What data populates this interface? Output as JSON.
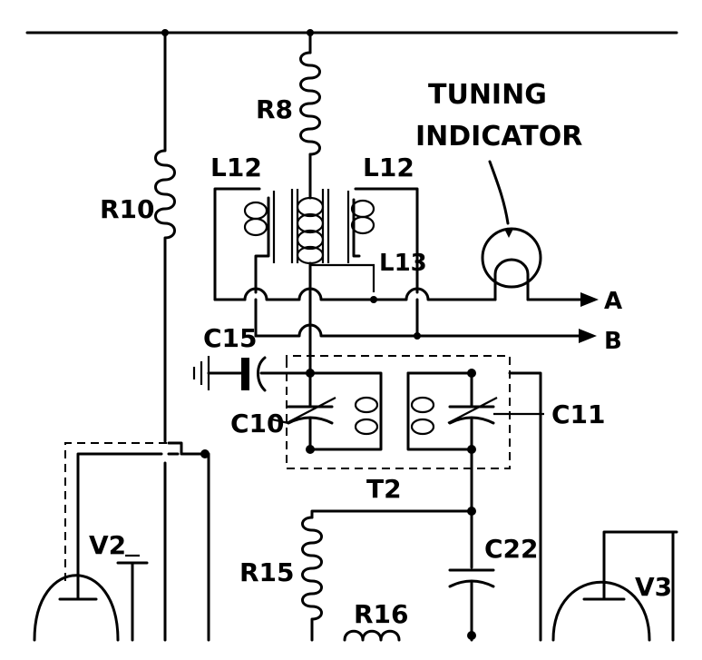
{
  "labels": {
    "tuning_line1": "TUNING",
    "tuning_line2": "INDICATOR",
    "r8": "R8",
    "r10": "R10",
    "l12_left": "L12",
    "l12_right": "L12",
    "l13": "L13",
    "c15": "C15",
    "c10": "C10",
    "c11": "C11",
    "t2": "T2",
    "v2": "V2",
    "r15": "R15",
    "r16": "R16",
    "c22": "C22",
    "v3": "V3",
    "out_a": "A",
    "out_b": "B"
  }
}
